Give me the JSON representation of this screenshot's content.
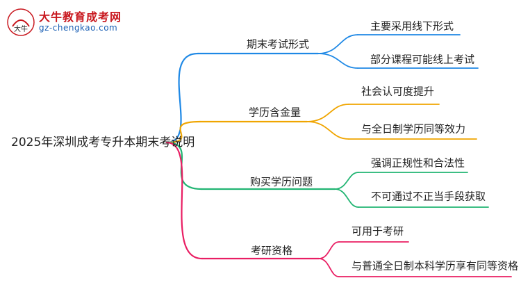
{
  "logo": {
    "name": "大牛教育成考网",
    "url": "gz-chengkao.com",
    "mark_text": "大牛"
  },
  "root": {
    "label": "2025年深圳成考专升本期末考说明"
  },
  "branches": [
    {
      "label": "期末考试形式",
      "color": "#1e88e5",
      "children": [
        "主要采用线下形式",
        "部分课程可能线上考试"
      ]
    },
    {
      "label": "学历含金量",
      "color": "#f0a500",
      "children": [
        "社会认可度提升",
        "与全日制学历同等效力"
      ]
    },
    {
      "label": "购买学历问题",
      "color": "#22b573",
      "children": [
        "强调正规性和合法性",
        "不可通过不正当手段获取"
      ]
    },
    {
      "label": "考研资格",
      "color": "#e91e63",
      "children": [
        "可用于考研",
        "与普通全日制本科学历享有同等资格"
      ]
    }
  ]
}
